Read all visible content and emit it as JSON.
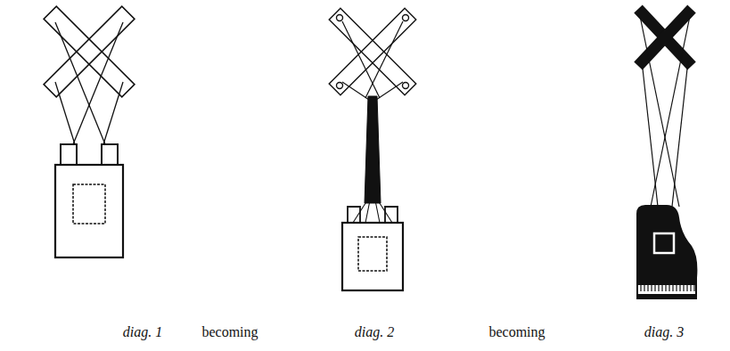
{
  "diagram": {
    "labels": [
      "diag. 1",
      "becoming",
      "diag. 2",
      "becoming",
      "diag. 3"
    ]
  }
}
